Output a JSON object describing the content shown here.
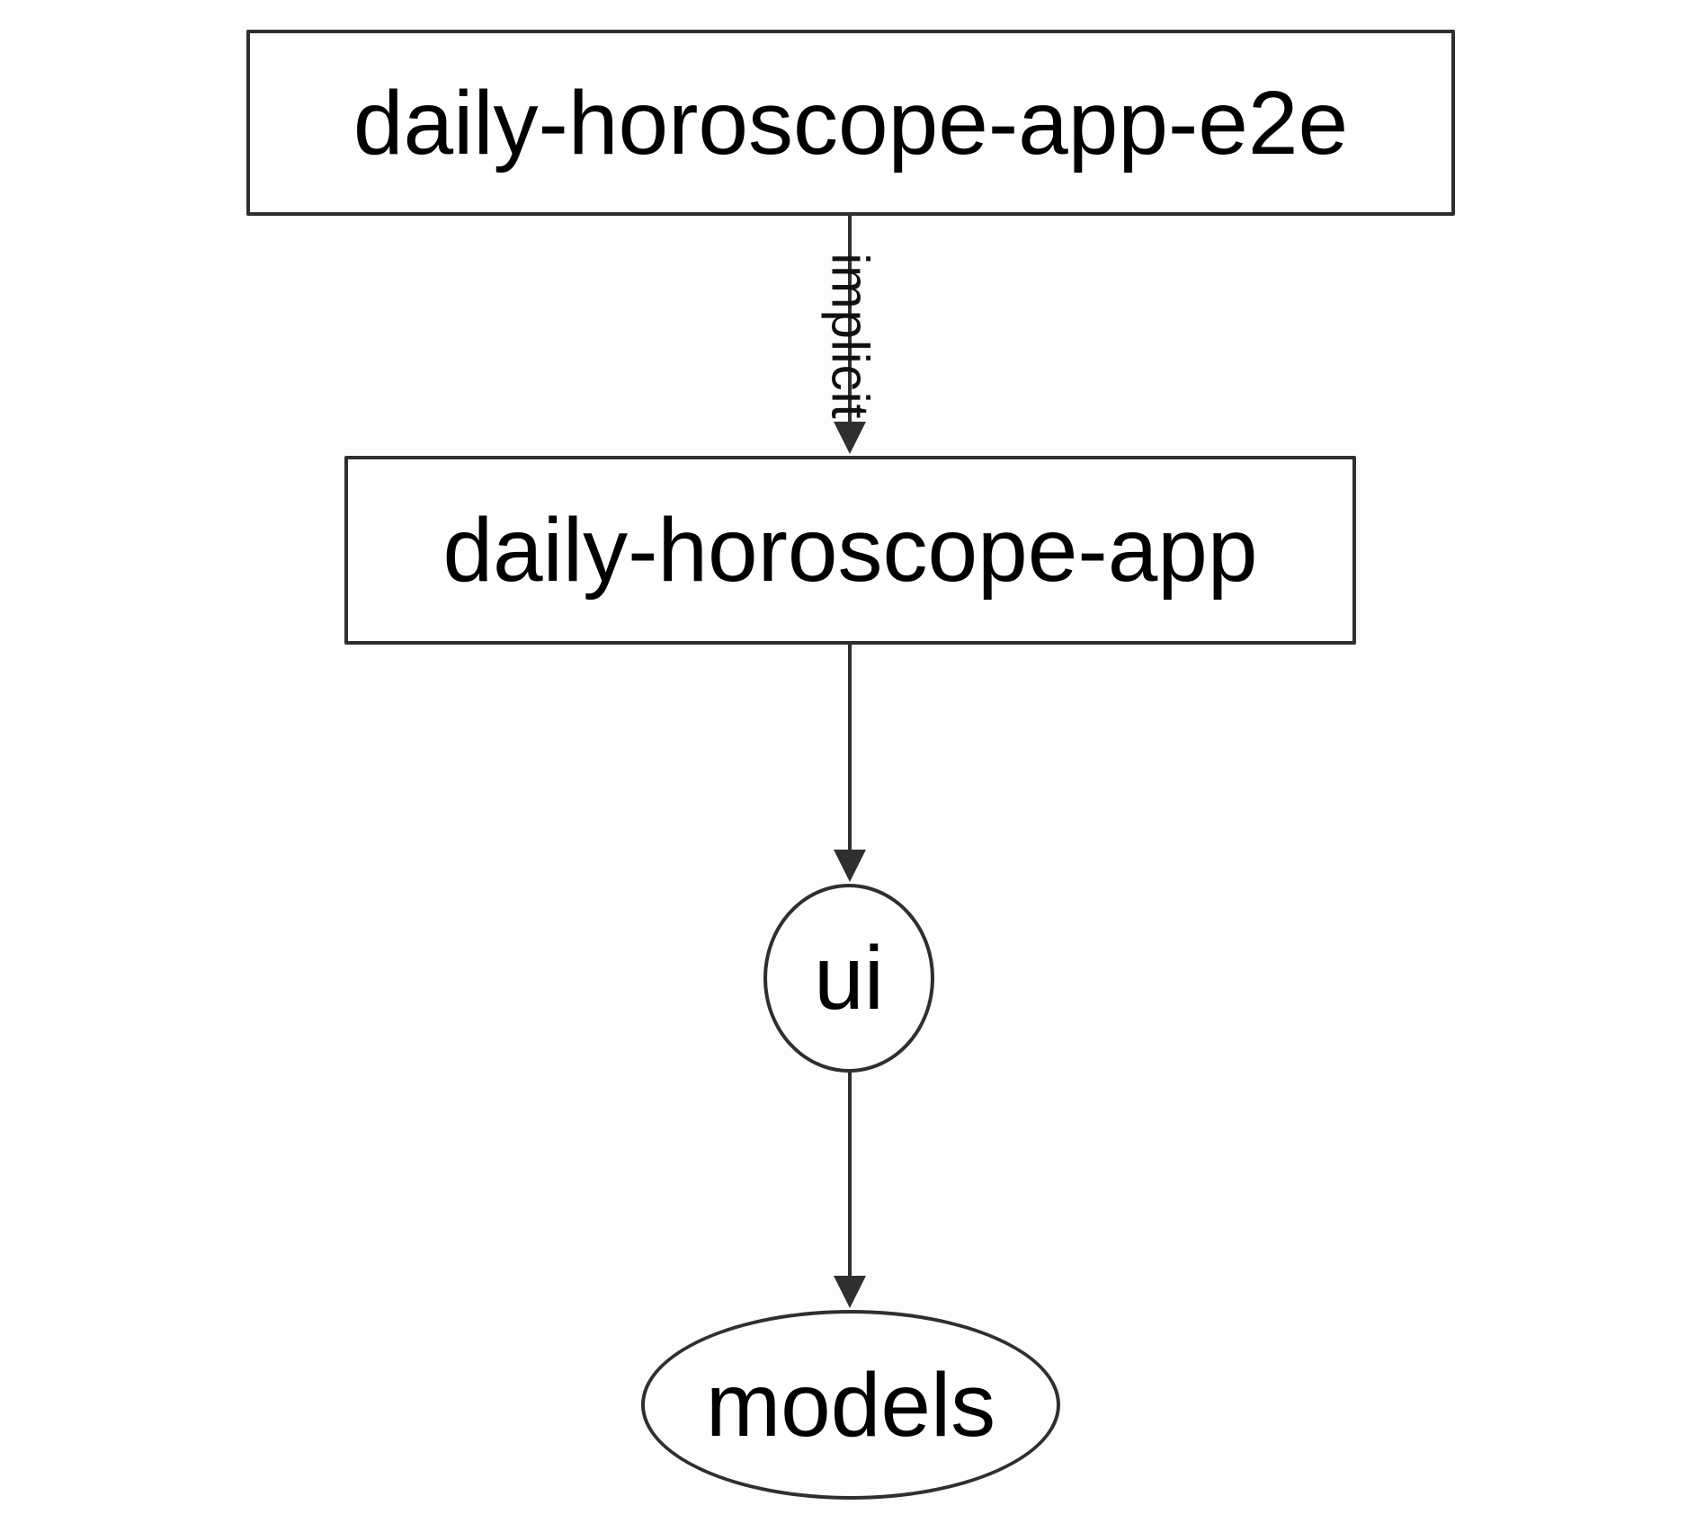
{
  "diagram": {
    "type": "dependency-graph",
    "colors": {
      "background": "#fdfdfd",
      "stroke": "#2f2f2f",
      "text": "#000000"
    },
    "nodes": [
      {
        "id": "daily-horoscope-app-e2e",
        "label": "daily-horoscope-app-e2e",
        "shape": "rectangle"
      },
      {
        "id": "daily-horoscope-app",
        "label": "daily-horoscope-app",
        "shape": "rectangle"
      },
      {
        "id": "ui",
        "label": "ui",
        "shape": "ellipse"
      },
      {
        "id": "models",
        "label": "models",
        "shape": "ellipse"
      }
    ],
    "edges": [
      {
        "from": "daily-horoscope-app-e2e",
        "to": "daily-horoscope-app",
        "label": "implicit"
      },
      {
        "from": "daily-horoscope-app",
        "to": "ui",
        "label": ""
      },
      {
        "from": "ui",
        "to": "models",
        "label": ""
      }
    ]
  }
}
